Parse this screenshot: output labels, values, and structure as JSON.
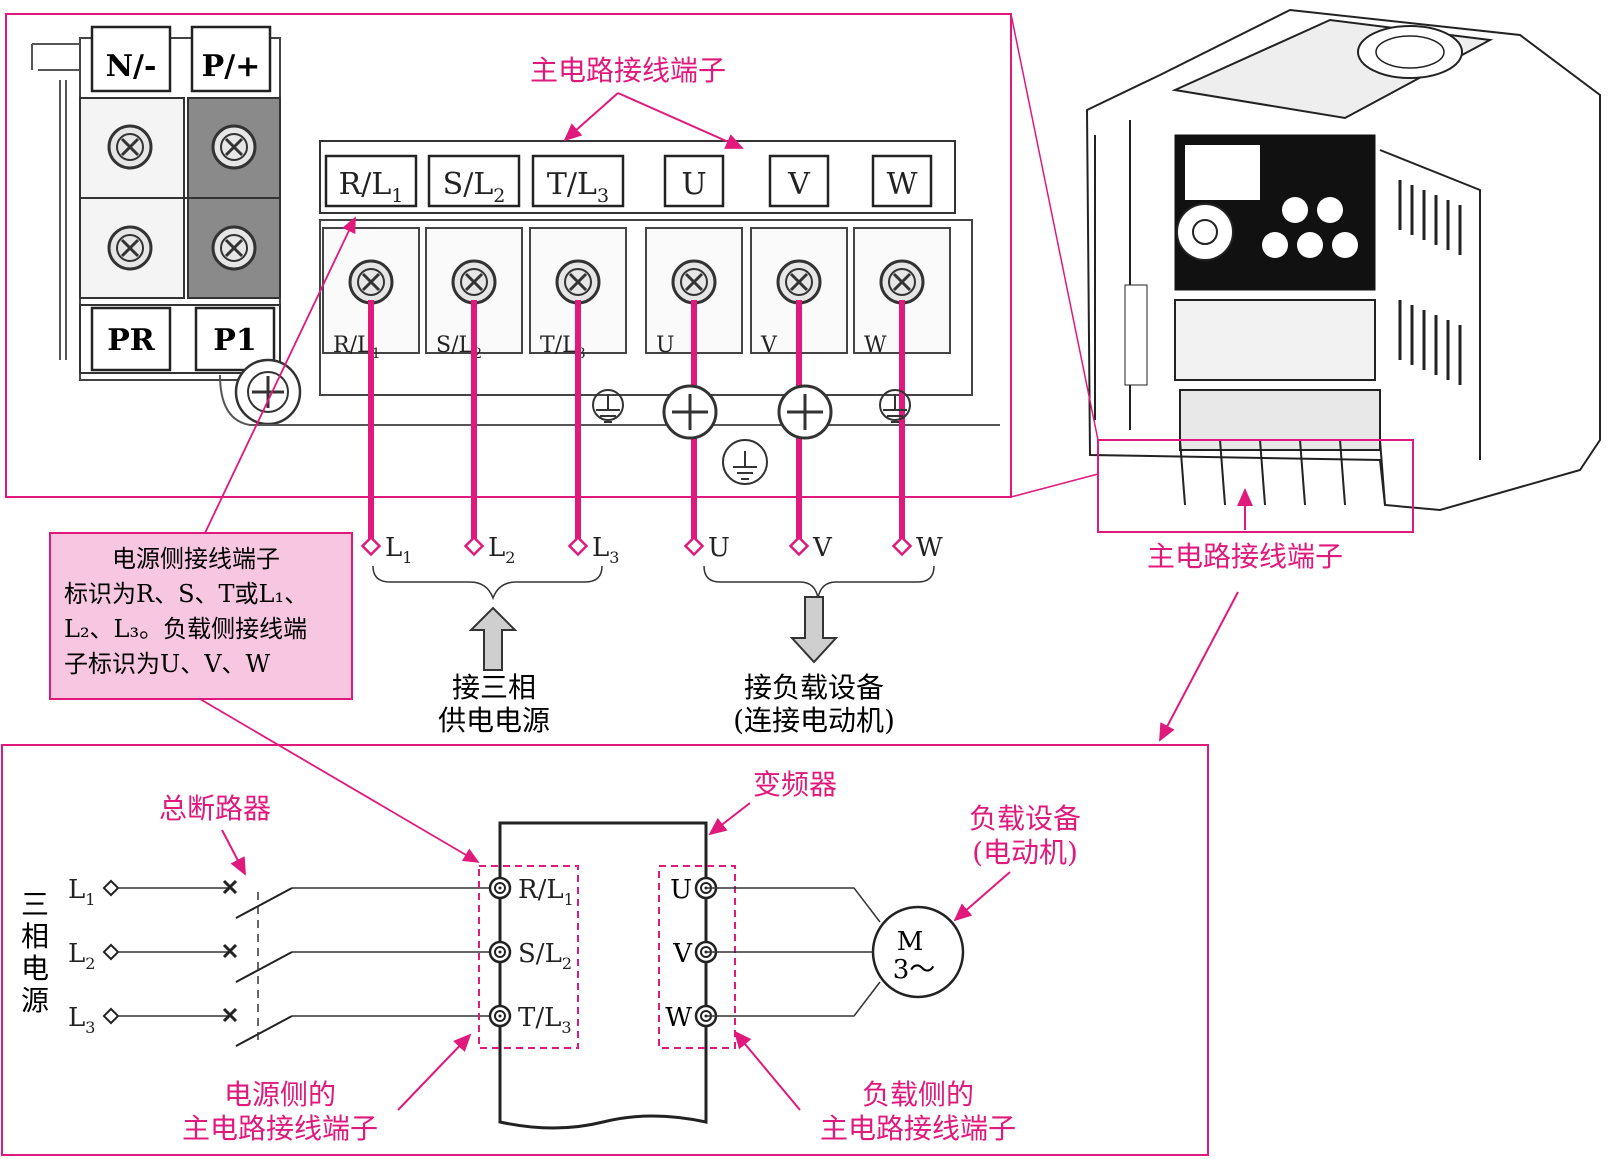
{
  "colors": {
    "accent": "#e0197d",
    "note_fill": "#f7c6e0",
    "line": "#333333",
    "arrow_gray": "#cfcfcf",
    "dark_block": "#8a8a8a"
  },
  "top": {
    "upper_terminals": [
      "N/-",
      "P/+"
    ],
    "lower_terminals": [
      "PR",
      "P1"
    ],
    "strip_callout": "主电路接线端子",
    "strip_labels": [
      {
        "main": "R/L",
        "sub": "1"
      },
      {
        "main": "S/L",
        "sub": "2"
      },
      {
        "main": "T/L",
        "sub": "3"
      },
      {
        "main": "U",
        "sub": ""
      },
      {
        "main": "V",
        "sub": ""
      },
      {
        "main": "W",
        "sub": ""
      }
    ],
    "wire_labels": [
      {
        "main": "L",
        "sub": "1"
      },
      {
        "main": "L",
        "sub": "2"
      },
      {
        "main": "L",
        "sub": "3"
      },
      {
        "main": "U",
        "sub": ""
      },
      {
        "main": "V",
        "sub": ""
      },
      {
        "main": "W",
        "sub": ""
      }
    ],
    "supply_caption": [
      "接三相",
      "供电电源"
    ],
    "load_caption": [
      "接负载设备",
      "(连接电动机)"
    ],
    "device_callout": "主电路接线端子"
  },
  "note": {
    "lines": [
      "　　电源侧接线端子",
      "标识为R、S、T或L₁、",
      "L₂、L₃。负载侧接线端",
      "子标识为U、V、W"
    ]
  },
  "bottom": {
    "source_label": [
      "三",
      "相",
      "电",
      "源"
    ],
    "lines": [
      {
        "main": "L",
        "sub": "1"
      },
      {
        "main": "L",
        "sub": "2"
      },
      {
        "main": "L",
        "sub": "3"
      }
    ],
    "breaker_label": "总断路器",
    "inverter_label": "变频器",
    "in_terminals": [
      {
        "main": "R/L",
        "sub": "1"
      },
      {
        "main": "S/L",
        "sub": "2"
      },
      {
        "main": "T/L",
        "sub": "3"
      }
    ],
    "out_terminals": [
      "U",
      "V",
      "W"
    ],
    "load_label": [
      "负载设备",
      "(电动机)"
    ],
    "motor": [
      "M",
      "3～"
    ],
    "supply_side_label": [
      "电源侧的",
      "主电路接线端子"
    ],
    "load_side_label": [
      "负载侧的",
      "主电路接线端子"
    ]
  }
}
